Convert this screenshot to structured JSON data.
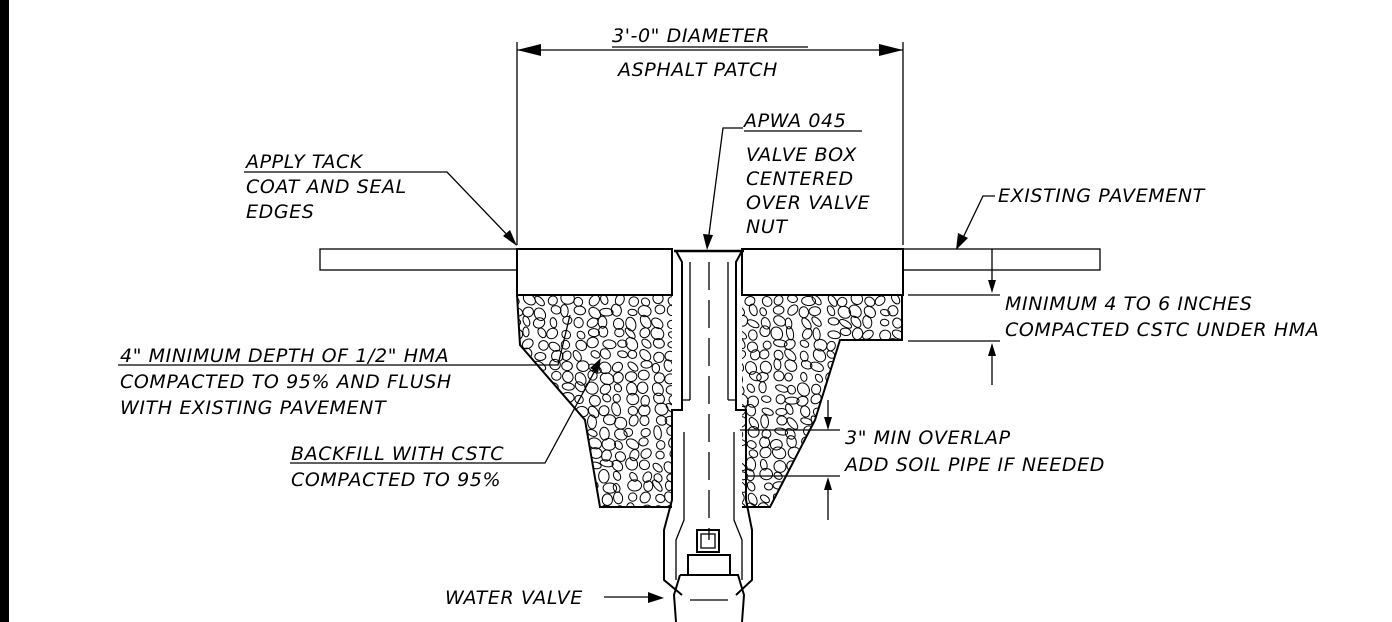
{
  "colors": {
    "ink": "#000000",
    "paper": "#ffffff"
  },
  "labels": {
    "diameter": "3'-0\" DIAMETER",
    "patch": "ASPHALT PATCH",
    "apwa": "APWA 045",
    "valve_box": [
      "VALVE BOX",
      "CENTERED",
      "OVER VALVE",
      "NUT"
    ],
    "tack": [
      "APPLY TACK",
      "COAT AND SEAL",
      "EDGES"
    ],
    "existing_pavement": "EXISTING PAVEMENT",
    "min_depth": [
      "MINIMUM 4 TO 6 INCHES",
      "COMPACTED CSTC UNDER HMA"
    ],
    "hma": [
      "4\" MINIMUM DEPTH OF 1/2\" HMA",
      "COMPACTED TO 95% AND FLUSH",
      "WITH EXISTING PAVEMENT"
    ],
    "backfill": [
      "BACKFILL WITH CSTC",
      "COMPACTED TO 95%"
    ],
    "overlap": [
      "3\" MIN OVERLAP",
      "ADD SOIL PIPE IF NEEDED"
    ],
    "water_valve": "WATER VALVE"
  }
}
